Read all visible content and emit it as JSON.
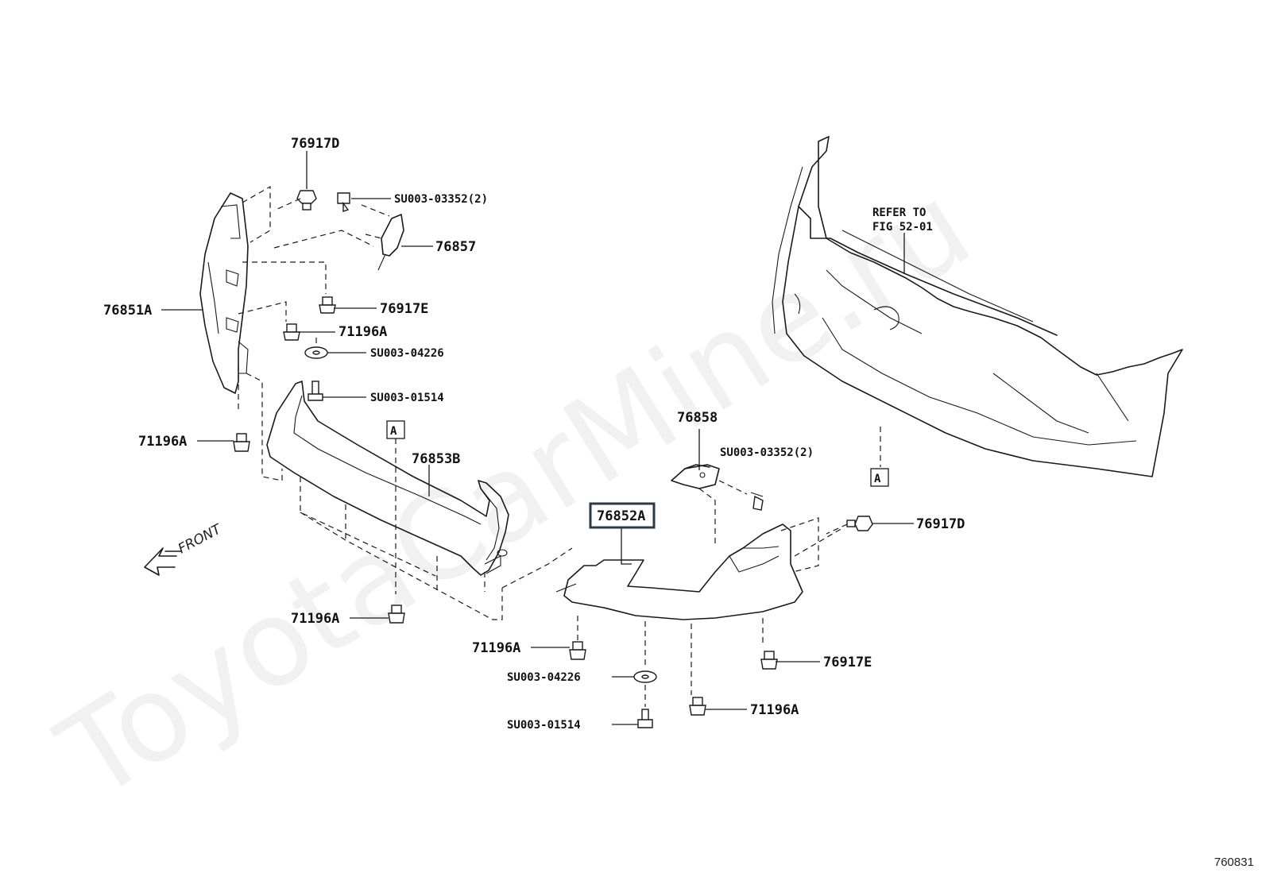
{
  "watermark": "ToyotaCarMine.ru",
  "figure_number": "760831",
  "direction_label": "FRONT",
  "reference_note": {
    "line1": "REFER TO",
    "line2": "FIG 52-01"
  },
  "callout_letter": "A",
  "labels": {
    "p76917D_top": "76917D",
    "pSU003_03352_top": "SU003-03352(2)",
    "p76857": "76857",
    "p76851A": "76851A",
    "p76917E_left": "76917E",
    "p71196A_a": "71196A",
    "pSU003_04226_left": "SU003-04226",
    "pSU003_01514_left": "SU003-01514",
    "p71196A_b": "71196A",
    "p76853B": "76853B",
    "p71196A_c": "71196A",
    "p71196A_d": "71196A",
    "p76858": "76858",
    "pSU003_03352_right": "SU003-03352(2)",
    "p76852A": "76852A",
    "p76917D_right": "76917D",
    "p76917E_right": "76917E",
    "pSU003_04226_bottom": "SU003-04226",
    "pSU003_01514_bottom": "SU003-01514",
    "p71196A_e": "71196A"
  },
  "highlighted_part": "76852A"
}
